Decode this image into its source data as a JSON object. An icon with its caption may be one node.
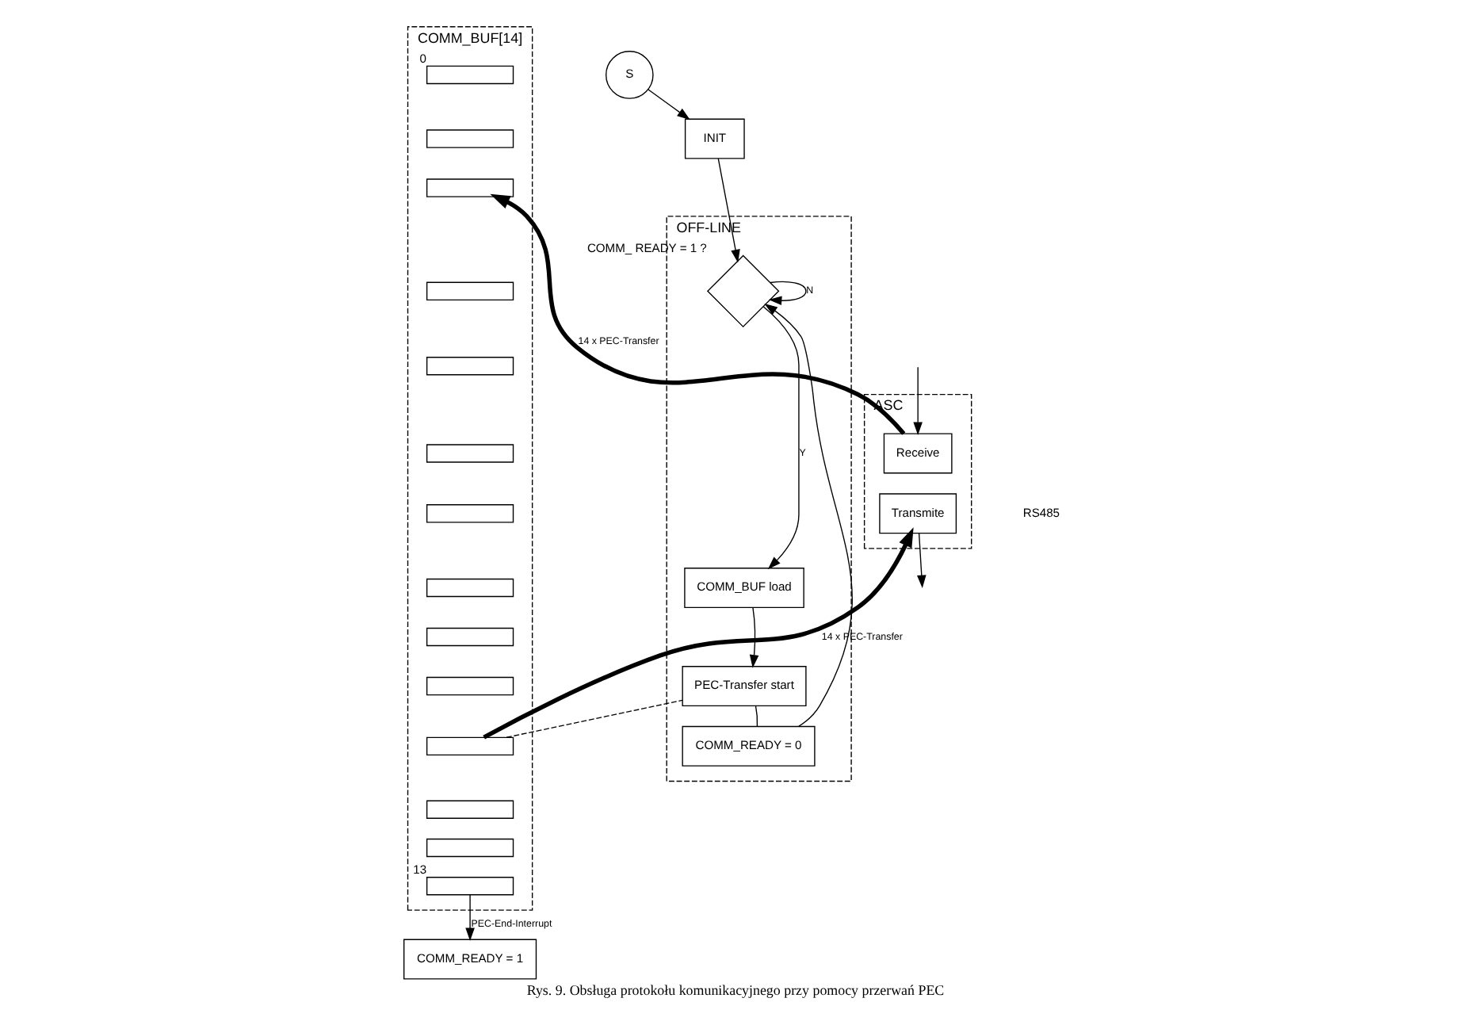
{
  "diagram": {
    "caption": "Rys. 9. Obsługa protokołu komunikacyjnego przy pomocy przerwań PEC",
    "nodes": [
      {
        "text": [
          "ASC"
        ]
      },
      {
        "text": [
          "Receive"
        ],
        "in": 0
      },
      {
        "text": [
          "Transmite"
        ],
        "in": 0
      },
      {
        "text": [
          "COMM_BUF[14]"
        ]
      },
      {
        "text": [],
        "shape": "box",
        "in": 3,
        "beside": [
          "0"
        ]
      },
      {
        "text": [],
        "shape": "box",
        "in": 3
      },
      {
        "text": [],
        "shape": "box",
        "in": 3
      },
      {
        "text": [],
        "shape": "box",
        "in": 3
      },
      {
        "text": [],
        "shape": "box",
        "in": 3
      },
      {
        "text": [],
        "shape": "box",
        "in": 3
      },
      {
        "text": [],
        "shape": "box",
        "in": 3
      },
      {
        "text": [],
        "shape": "box",
        "in": 3
      },
      {
        "text": [],
        "shape": "box",
        "in": 3
      },
      {
        "text": [],
        "shape": "box",
        "in": 3
      },
      {
        "text": [],
        "shape": "box",
        "in": 3
      },
      {
        "text": [],
        "shape": "box",
        "in": 3
      },
      {
        "text": [],
        "shape": "box",
        "in": 3
      },
      {
        "text": [],
        "shape": "box",
        "in": 3,
        "beside": [
          "13"
        ]
      },
      {
        "text": [
          "COMM_READY = 1"
        ]
      },
      {
        "text": [
          "S"
        ]
      },
      {
        "text": [
          "INIT"
        ]
      },
      {
        "text": [
          "OFF-LINE"
        ]
      },
      {
        "text": [],
        "shape": "diamond",
        "in": 21,
        "beside": [
          "COMM_ READY = 1 ?"
        ]
      },
      {
        "text": [
          "COMM_BUF load"
        ],
        "in": 21
      },
      {
        "text": [
          "PEC-Transfer start"
        ],
        "in": 21
      },
      {
        "text": [
          "COMM_READY = 0"
        ],
        "in": 21
      }
    ],
    "edges": [
      {
        "from": null,
        "to": 1,
        "arrow": "to"
      },
      {
        "from": 2,
        "to": null,
        "arrow": "to"
      },
      {
        "from": 1,
        "to": 6,
        "arrow": "to",
        "label": "14 x PEC-Transfer",
        "style": "thick"
      },
      {
        "from": 14,
        "to": 2,
        "arrow": "to",
        "label": "14 x PEC-Transfer",
        "style": "thick"
      },
      {
        "from": 14,
        "to": 24,
        "arrow": "none",
        "style": "dashed"
      },
      {
        "from": 17,
        "to": 18,
        "arrow": "to",
        "label": "PEC-End-Interrupt"
      },
      {
        "from": 19,
        "to": 20,
        "arrow": "to"
      },
      {
        "from": 20,
        "to": 22,
        "arrow": "to"
      },
      {
        "from": 22,
        "to": 23,
        "arrow": "to",
        "label": "Y"
      },
      {
        "from": 23,
        "to": 24,
        "arrow": "to"
      },
      {
        "from": 24,
        "to": 25,
        "arrow": "none"
      },
      {
        "from": 25,
        "to": 22,
        "arrow": "to"
      },
      {
        "from": 22,
        "to": 22,
        "arrow": "to",
        "label": "N"
      }
    ],
    "labels": [
      "RS485"
    ]
  }
}
